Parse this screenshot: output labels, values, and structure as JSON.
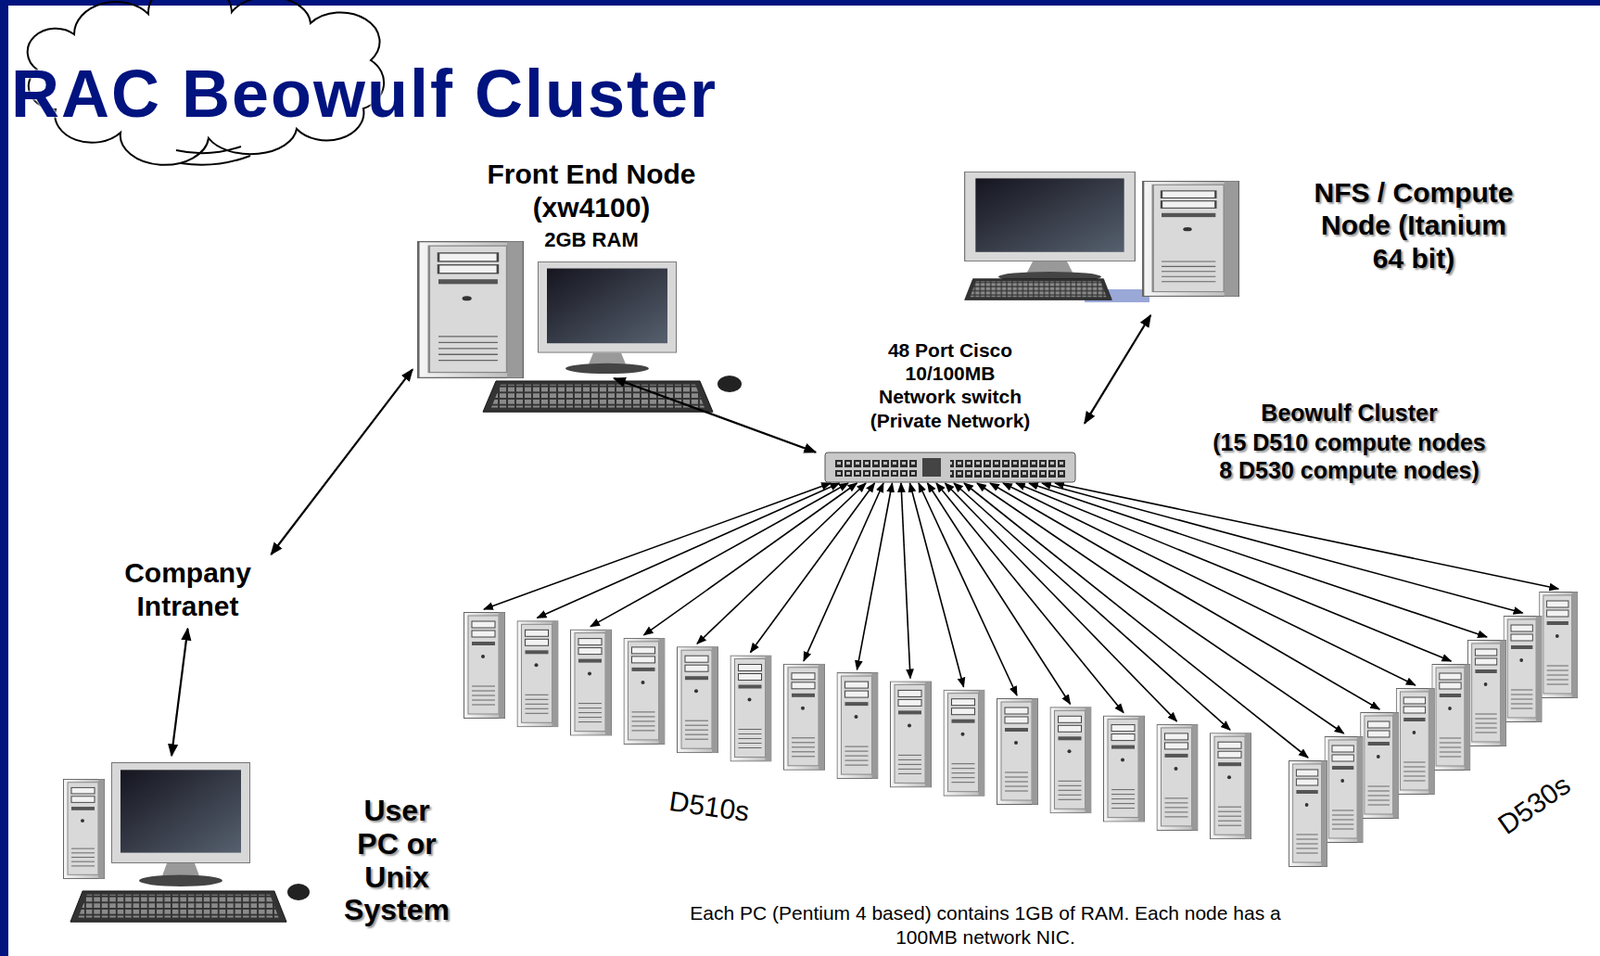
{
  "diagram": {
    "title": "RAC Beowulf Cluster",
    "caption": "Each PC (Pentium 4 based) contains 1GB of RAM. Each node has a 100MB network NIC.",
    "nodes": [
      {
        "text": [
          "Front End Node (xw4100)",
          "2GB RAM"
        ]
      },
      {
        "text": [
          "NFS / Compute Node (Itanium 64 bit)"
        ]
      },
      {
        "text": [
          "48 Port Cisco 10/100MB Network switch (Private Network)"
        ]
      },
      {
        "text": [
          "Company Intranet"
        ]
      },
      {
        "text": [
          "User PC or Unix System"
        ]
      }
    ],
    "edges": [
      {
        "from": 0,
        "to": 2,
        "arrow": "both"
      },
      {
        "from": 1,
        "to": 2,
        "arrow": "both"
      },
      {
        "from": 0,
        "to": 3,
        "arrow": "both"
      },
      {
        "from": 3,
        "to": 4,
        "arrow": "both"
      }
    ],
    "labels": [
      "Beowulf Cluster",
      "(15 D510 compute nodes 8 D530 compute nodes)",
      "D510s",
      "D530s"
    ]
  }
}
